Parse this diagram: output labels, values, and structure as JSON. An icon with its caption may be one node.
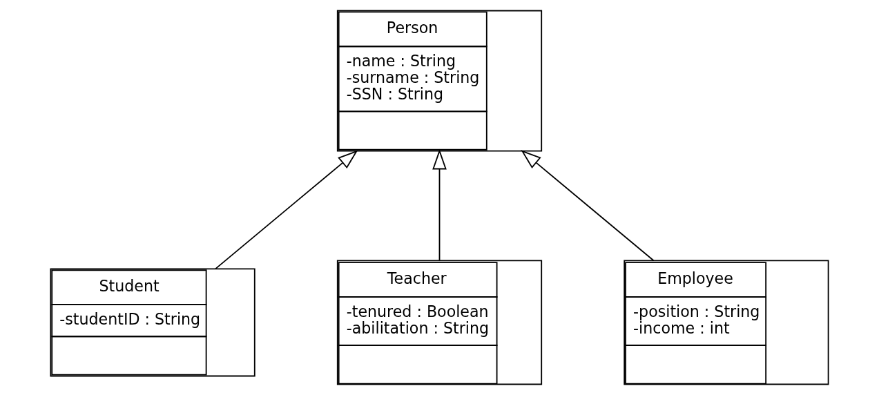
{
  "diagram": {
    "nodes": [
      {
        "text": [
          "Person",
          "-name : String",
          "-surname : String",
          "-SSN : String"
        ]
      },
      {
        "text": [
          "Student",
          "-studentID : String"
        ]
      },
      {
        "text": [
          "Teacher",
          "-tenured : Boolean",
          "-abilitation : String"
        ]
      },
      {
        "text": [
          "Employee",
          "-position : String",
          "-income : int"
        ]
      }
    ],
    "edges": [
      {
        "from": 1,
        "to": 0,
        "arrow": "to"
      },
      {
        "from": 2,
        "to": 0,
        "arrow": "to"
      },
      {
        "from": 3,
        "to": 0,
        "arrow": "to"
      }
    ]
  }
}
